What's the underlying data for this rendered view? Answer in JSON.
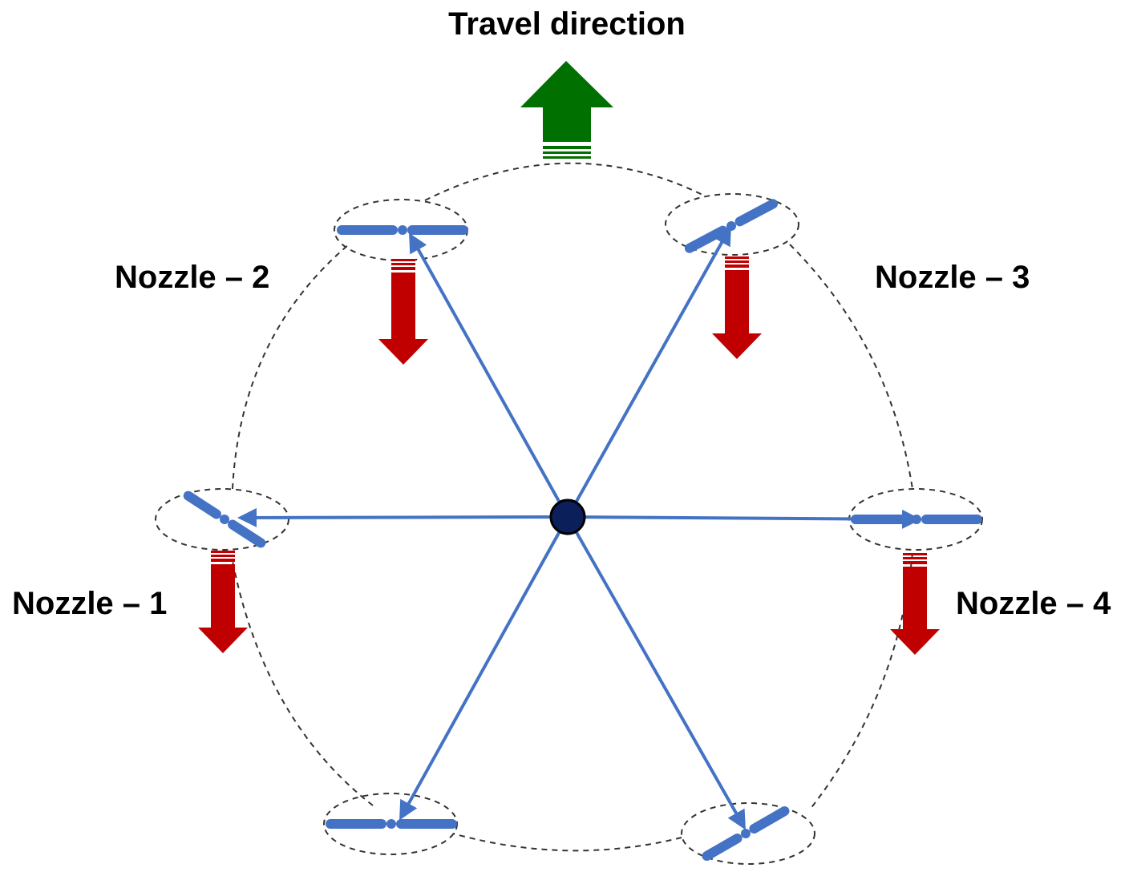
{
  "title": "Travel direction",
  "nozzle_labels": [
    "Nozzle – 1",
    "Nozzle – 2",
    "Nozzle – 3",
    "Nozzle – 4"
  ],
  "colors": {
    "travel_arrow": "#007000",
    "force_arrow": "#C00000",
    "arm": "#4472C4",
    "hub": "#0B1F5A",
    "outline": "#333333",
    "text": "#000000"
  },
  "icons": {
    "travel": "up-arrow-icon",
    "force": "down-arrow-icon",
    "nozzle": "spray-nozzle-icon",
    "hub": "center-hub-icon"
  }
}
